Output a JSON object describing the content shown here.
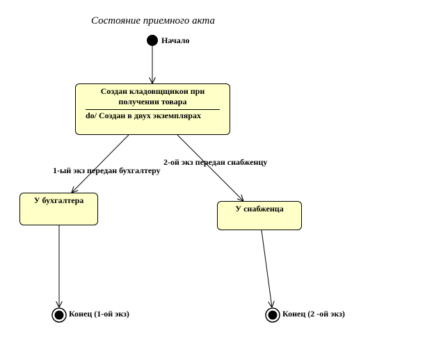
{
  "diagram": {
    "title": "Состояние приемного акта",
    "start_label": "Начало",
    "states": {
      "created": {
        "name_line1": "Создан кладовщщикои при",
        "name_line2": "получении товара",
        "activity": "do/ Создан в двух экземплярах"
      },
      "accountant": {
        "name": "У бухгалтера"
      },
      "supplier": {
        "name": "У снабженца"
      }
    },
    "transitions": {
      "to_accountant": "1-ый экз передан бухгалтеру",
      "to_supplier": "2-ой экз передан снабженцу"
    },
    "end_labels": {
      "end1": "Конец (1-ой экз)",
      "end2": "Конец (2 -ой экз)"
    }
  }
}
